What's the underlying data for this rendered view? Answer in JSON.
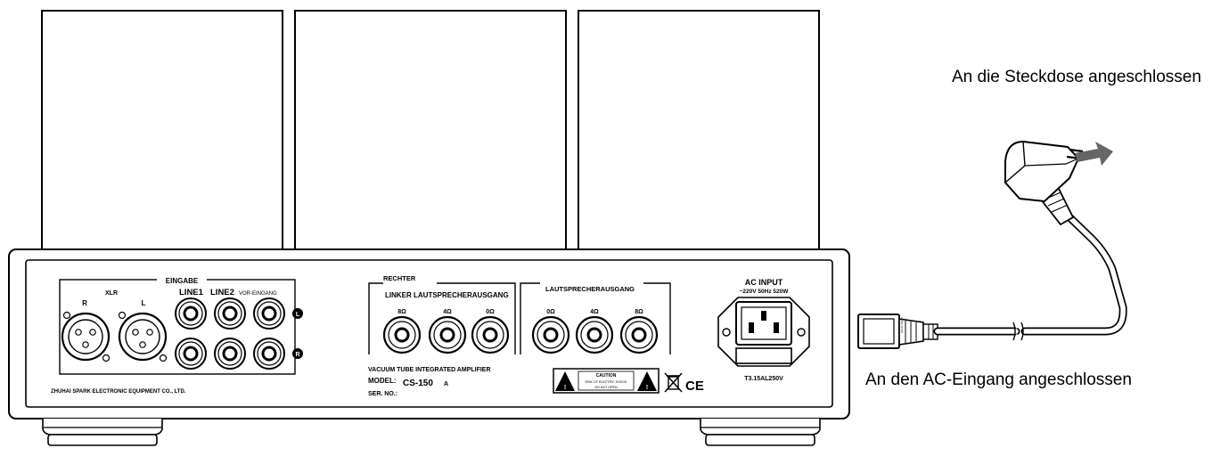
{
  "callouts": {
    "wall_socket": "An die Steckdose angeschlossen",
    "ac_inlet": "An den AC-Eingang angeschlossen"
  },
  "panel": {
    "input_group": "EINGABE",
    "xlr": "XLR",
    "xlr_r": "R",
    "xlr_l": "L",
    "line1": "LINE1",
    "line2": "LINE2",
    "pre_in": "VOR-EINGANG",
    "rca_top_marker": "L",
    "rca_bottom_marker": "R",
    "right_channel": "RECHTER",
    "left_speaker_out": "LINKER LAUTSPRECHERAUSGANG",
    "speaker_out": "LAUTSPRECHERAUSGANG",
    "left_taps": [
      "8Ω",
      "4Ω",
      "0Ω"
    ],
    "right_taps": [
      "0Ω",
      "4Ω",
      "8Ω"
    ],
    "ac_input": "AC INPUT",
    "ac_rating": "~220V 50Hz 520W",
    "fuse": "T3.15AL250V",
    "product_name": "VACUUM TUBE INTEGRATED AMPLIFIER",
    "model_label": "MODEL:",
    "model_value": "CS-150",
    "model_suffix": "A",
    "serial_label": "SER. NO.:",
    "manufacturer": "ZHUHAI SPARK ELECTRONIC EQUIPMENT CO., LTD.",
    "caution_title": "CAUTION",
    "caution_text": "RISK OF ELECTRIC SHOCK",
    "caution_sub": "DO NOT OPEN",
    "ce_mark": "CE",
    "plug_text": "HOLD TIGHT"
  }
}
